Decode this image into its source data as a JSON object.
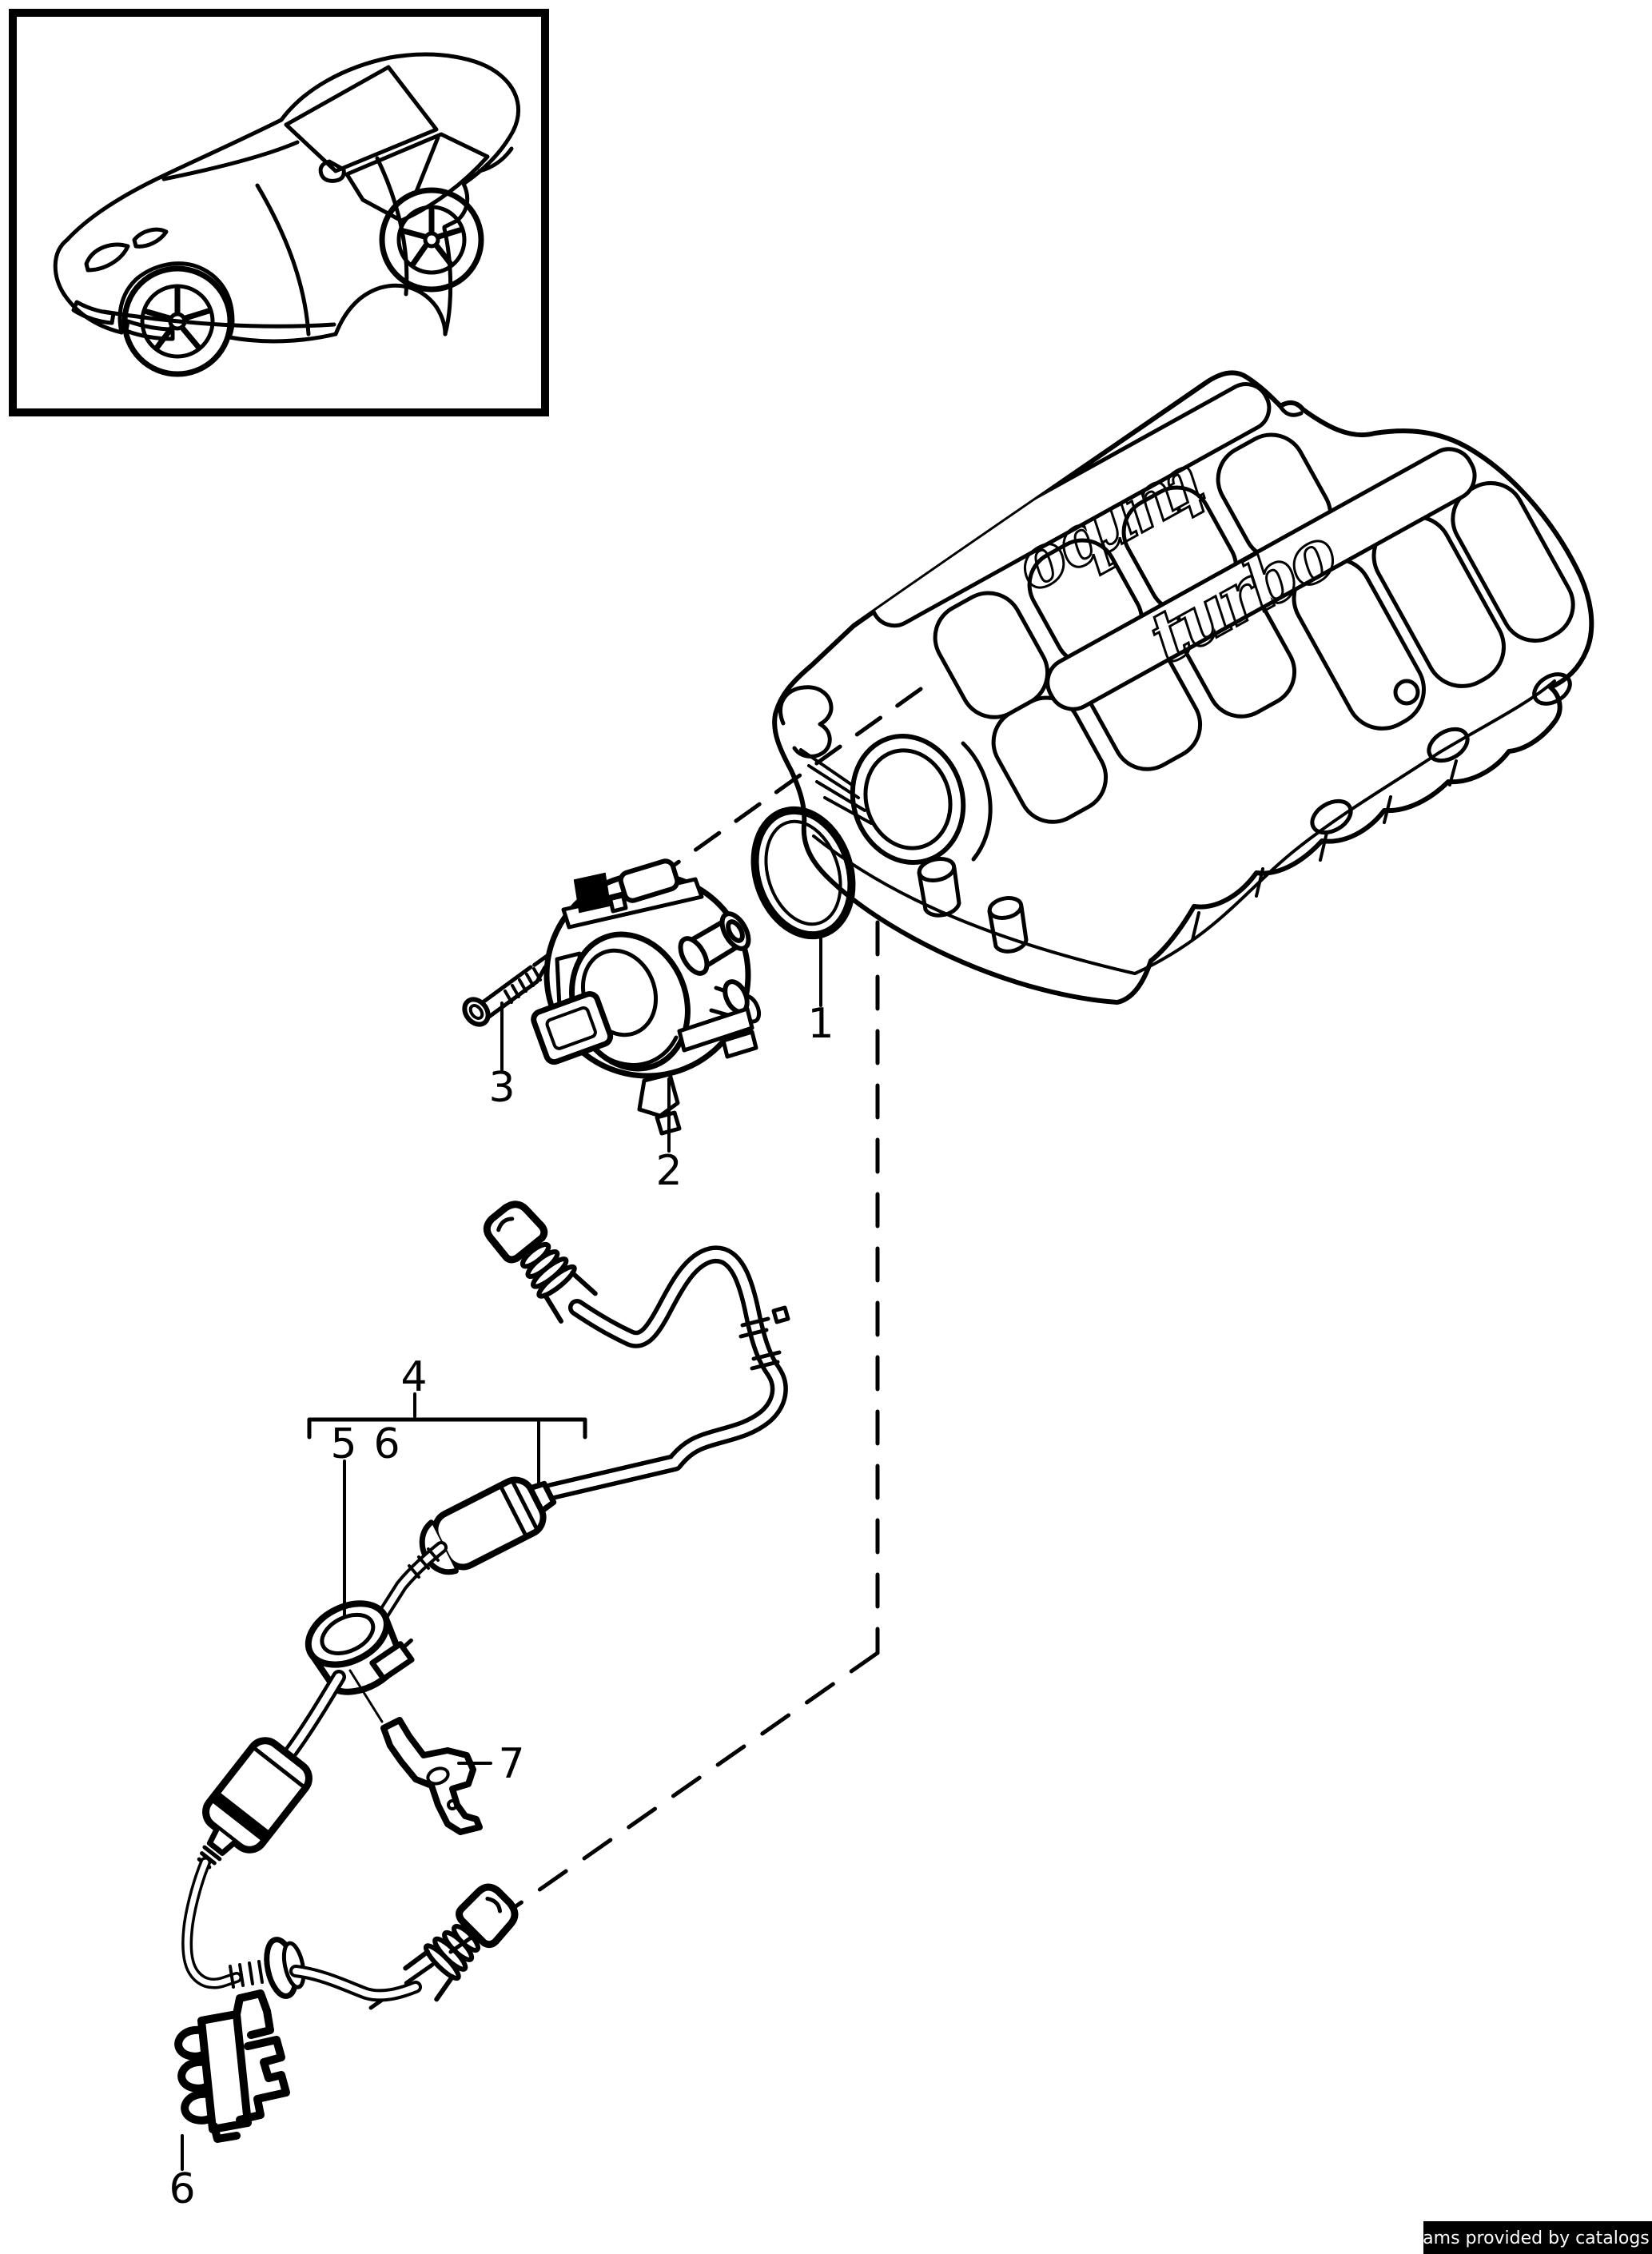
{
  "page": {
    "background": "#ffffff",
    "ink": "#000000"
  },
  "diagram": {
    "badge_text": "turbo",
    "callouts": [
      "1",
      "2",
      "3",
      "4",
      "5",
      "6",
      "7",
      "6"
    ]
  },
  "footer": {
    "text": "Diagrams provided by catalogs parts"
  }
}
